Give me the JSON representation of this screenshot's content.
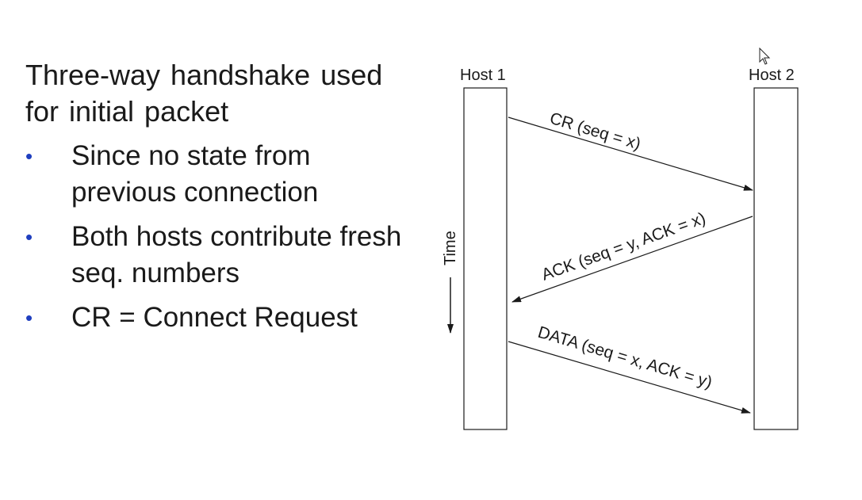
{
  "heading": "Three-way handshake used for initial packet",
  "bullets": [
    "Since no state from previous connection",
    "Both hosts contribute fresh seq. numbers",
    "CR = Connect Request"
  ],
  "diagram": {
    "host1_label": "Host 1",
    "host2_label": "Host 2",
    "time_label": "Time",
    "messages": [
      "CR (seq = x)",
      "ACK (seq = y, ACK = x)",
      "DATA (seq = x, ACK = y)"
    ]
  }
}
